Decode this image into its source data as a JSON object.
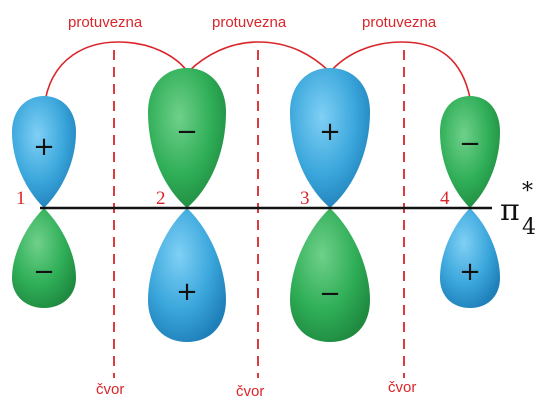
{
  "colors": {
    "blue": "#3aa6db",
    "green": "#2fae57",
    "red": "#d9262b",
    "axis": "#111111"
  },
  "bond_labels": [
    "protuvezna",
    "protuvezna",
    "protuvezna"
  ],
  "node_labels": [
    "čvor",
    "čvor",
    "čvor"
  ],
  "atom_numbers": [
    "1",
    "2",
    "3",
    "4"
  ],
  "orbital_label": {
    "symbol": "π",
    "subscript": "4",
    "superscript": "*"
  },
  "orbitals": [
    {
      "top_sign": "+",
      "bottom_sign": "−",
      "top_color": "blue",
      "bottom_color": "green",
      "size": "small"
    },
    {
      "top_sign": "−",
      "bottom_sign": "+",
      "top_color": "green",
      "bottom_color": "blue",
      "size": "large"
    },
    {
      "top_sign": "+",
      "bottom_sign": "−",
      "top_color": "blue",
      "bottom_color": "green",
      "size": "large"
    },
    {
      "top_sign": "−",
      "bottom_sign": "+",
      "top_color": "green",
      "bottom_color": "blue",
      "size": "small"
    }
  ]
}
